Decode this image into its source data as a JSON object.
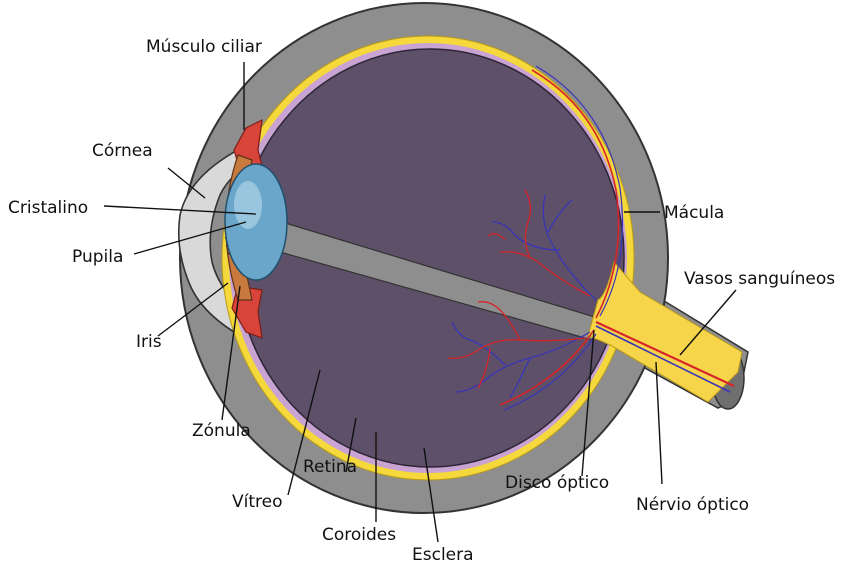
{
  "labels": {
    "musculo_ciliar": "Músculo ciliar",
    "cornea": "Córnea",
    "cristalino": "Cristalino",
    "pupila": "Pupila",
    "iris": "Iris",
    "zonula": "Zónula",
    "vitreo": "Vítreo",
    "retina": "Retina",
    "coroides": "Coroides",
    "esclera": "Esclera",
    "disco_optico": "Disco óptico",
    "nervio_optico": "Nérvio óptico",
    "macula": "Mácula",
    "vasos_sanguineos": "Vasos sanguíneos"
  },
  "colors": {
    "sclera": "#8e8e8e",
    "choroid": "#f4d83c",
    "retina": "#c9a3d2",
    "vitreous": "#5d5068",
    "lens": "#6aa6c9",
    "iris": "#c87a3e",
    "ciliary_muscle": "#d9443a",
    "optic_nerve": "#f6d54a",
    "artery": "#d8252a",
    "vein": "#3a35b8"
  }
}
